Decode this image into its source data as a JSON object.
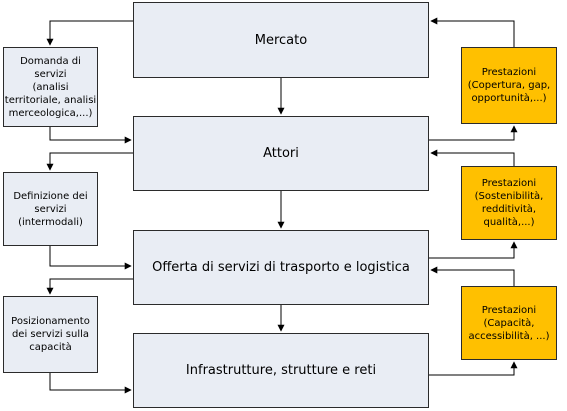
{
  "main_boxes": {
    "mercato": "Mercato",
    "attori": "Attori",
    "offerta": "Offerta di servizi di trasporto e logistica",
    "infrastrutture": "Infrastrutture, strutture e reti"
  },
  "left_boxes": {
    "domanda": {
      "lines": [
        "Domanda di",
        "servizi",
        "(analisi",
        "territoriale, analisi",
        "merceologica,...)"
      ]
    },
    "definizione": {
      "lines": [
        "Definizione dei",
        "servizi",
        "(intermodali)"
      ]
    },
    "posizionamento": {
      "lines": [
        "Posizionamento",
        "dei servizi sulla",
        "capacità"
      ]
    }
  },
  "right_boxes": {
    "prestazioni_1": {
      "lines": [
        "Prestazioni",
        "(Copertura, gap,",
        "opportunità,...)"
      ]
    },
    "prestazioni_2": {
      "lines": [
        "Prestazioni",
        "(Sostenibilità,",
        "redditività,",
        "qualità,...)"
      ]
    },
    "prestazioni_3": {
      "lines": [
        "Prestazioni",
        "(Capacità,",
        "accessibilità, ...)"
      ]
    }
  },
  "colors": {
    "main_fill": "#e9edf4",
    "perf_fill": "#ffc000",
    "stroke": "#2b2b2b"
  }
}
